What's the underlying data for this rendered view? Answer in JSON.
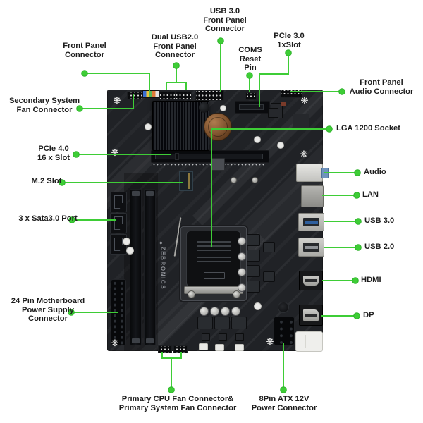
{
  "colors": {
    "accent": "#3ecd36",
    "dot_edge": "#2db32a",
    "label_text": "#1d1d1d",
    "pcb": "#202226",
    "usb3_port_blue": "#2e5f9e",
    "battery_copper": "#8a5a36"
  },
  "board": {
    "brand": "ZEBRONICS"
  },
  "callouts": [
    {
      "id": "front-panel",
      "lines": [
        "Front Panel",
        "Connector"
      ]
    },
    {
      "id": "dual-usb2",
      "lines": [
        "Dual USB2.0",
        "Front Panel",
        "Connector"
      ]
    },
    {
      "id": "usb3-front",
      "lines": [
        "USB 3.0",
        "Front Panel",
        "Connector"
      ]
    },
    {
      "id": "coms-reset",
      "lines": [
        "COMS",
        "Reset",
        "Pin"
      ]
    },
    {
      "id": "pcie3-x1",
      "lines": [
        "PCIe 3.0",
        "1xSlot"
      ]
    },
    {
      "id": "front-audio",
      "lines": [
        "Front Panel",
        "Audio Connector"
      ]
    },
    {
      "id": "secondary-fan",
      "lines": [
        "Secondary System",
        "Fan Connector"
      ]
    },
    {
      "id": "pcie4-x16",
      "lines": [
        "PCIe 4.0",
        "16 x Slot"
      ]
    },
    {
      "id": "m2",
      "lines": [
        "M.2 Slot"
      ]
    },
    {
      "id": "sata",
      "lines": [
        "3 x Sata3.0 Port"
      ]
    },
    {
      "id": "power24",
      "lines": [
        "24 Pin  Motherboard",
        "Power Supply",
        "Connector"
      ]
    },
    {
      "id": "fans-bottom",
      "lines": [
        "Primary CPU Fan Connector&",
        "Primary System Fan Connector"
      ]
    },
    {
      "id": "atx8",
      "lines": [
        "8Pin ATX 12V",
        "Power Connector"
      ]
    },
    {
      "id": "lga",
      "lines": [
        "LGA 1200 Socket"
      ]
    },
    {
      "id": "audio",
      "lines": [
        "Audio"
      ]
    },
    {
      "id": "lan",
      "lines": [
        "LAN"
      ]
    },
    {
      "id": "usb3",
      "lines": [
        "USB 3.0"
      ]
    },
    {
      "id": "usb2",
      "lines": [
        "USB 2.0"
      ]
    },
    {
      "id": "hdmi",
      "lines": [
        "HDMI"
      ]
    },
    {
      "id": "dp",
      "lines": [
        "DP"
      ]
    }
  ]
}
